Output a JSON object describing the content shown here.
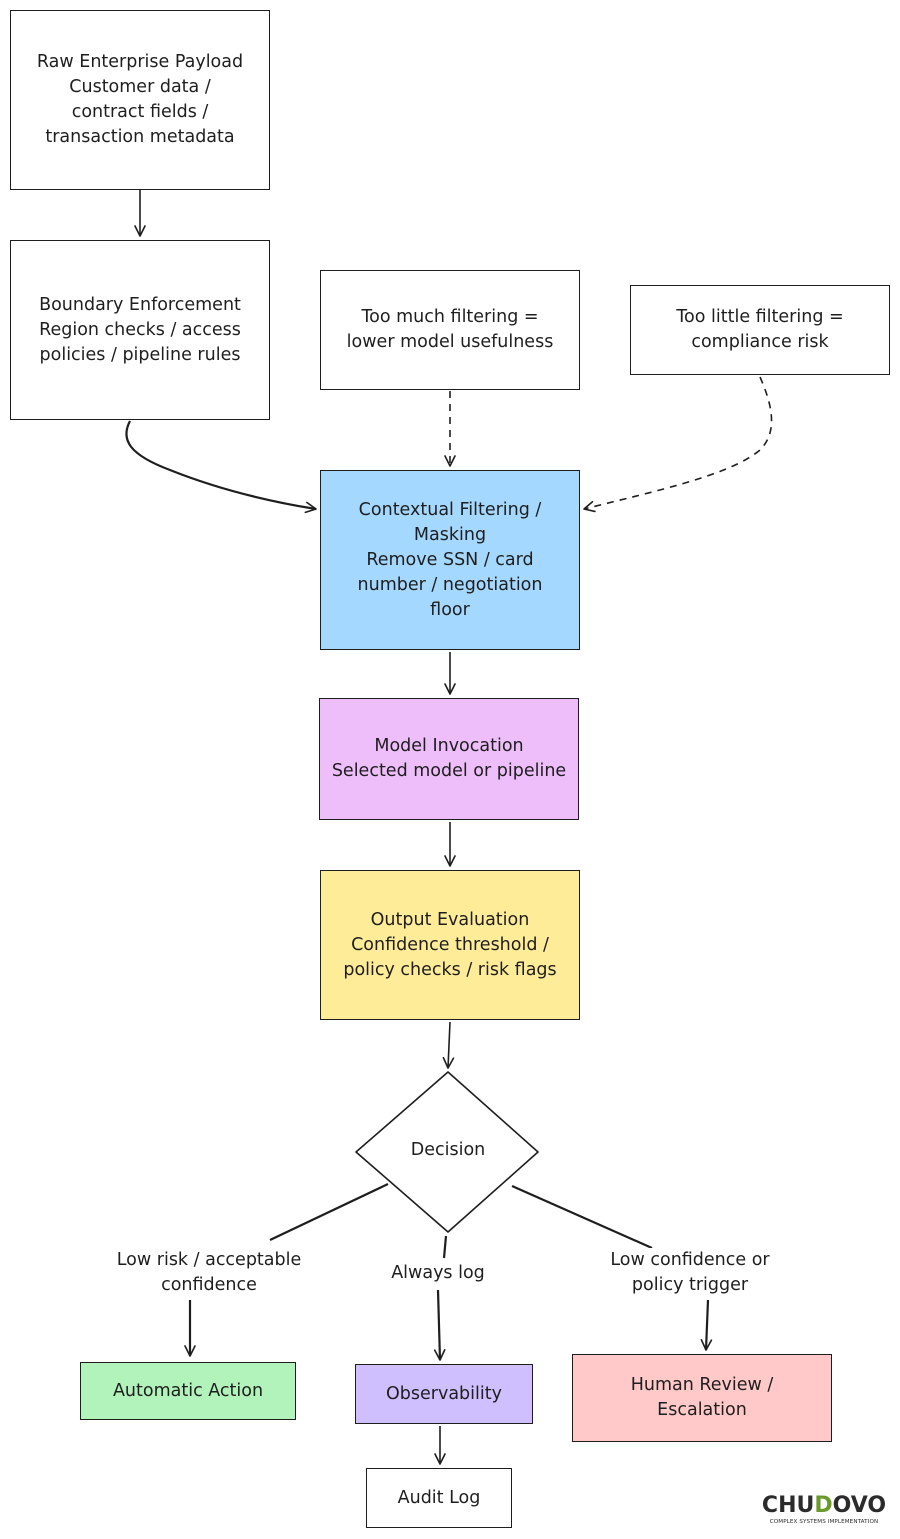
{
  "nodes": {
    "raw_payload": {
      "lines": [
        "Raw Enterprise Payload",
        "Customer data /",
        "contract fields /",
        "transaction metadata"
      ],
      "fill": "#ffffff"
    },
    "boundary_enforcement": {
      "lines": [
        "Boundary Enforcement",
        "Region checks / access",
        "policies / pipeline rules"
      ],
      "fill": "#ffffff"
    },
    "too_much_filtering": {
      "lines": [
        "Too much filtering =",
        "lower model usefulness"
      ],
      "fill": "#ffffff"
    },
    "too_little_filtering": {
      "lines": [
        "Too little filtering =",
        "compliance risk"
      ],
      "fill": "#ffffff"
    },
    "contextual_filtering": {
      "lines": [
        "Contextual Filtering /",
        "Masking",
        "Remove SSN / card",
        "number / negotiation",
        "floor"
      ],
      "fill": "#a5d8ff"
    },
    "model_invocation": {
      "lines": [
        "Model Invocation",
        "Selected model or pipeline"
      ],
      "fill": "#eebefa"
    },
    "output_evaluation": {
      "lines": [
        "Output Evaluation",
        "Confidence threshold /",
        "policy checks / risk flags"
      ],
      "fill": "#ffec99"
    },
    "decision": {
      "label": "Decision",
      "fill": "#ffffff"
    },
    "automatic_action": {
      "lines": [
        "Automatic Action"
      ],
      "fill": "#b2f2bb"
    },
    "observability": {
      "lines": [
        "Observability"
      ],
      "fill": "#d0bfff"
    },
    "human_review": {
      "lines": [
        "Human Review /",
        "Escalation"
      ],
      "fill": "#ffc9c9"
    },
    "audit_log": {
      "lines": [
        "Audit Log"
      ],
      "fill": "#ffffff"
    }
  },
  "edge_labels": {
    "low_risk": [
      "Low risk / acceptable",
      "confidence"
    ],
    "always_log": [
      "Always log"
    ],
    "low_confidence": [
      "Low confidence or",
      "policy trigger"
    ]
  },
  "logo": {
    "word_prefix": "CHU",
    "word_accent": "D",
    "word_suffix": "OVO",
    "tagline": "COMPLEX SYSTEMS IMPLEMENTATION"
  },
  "colors": {
    "stroke": "#1e1e1e",
    "logo_accent": "#6a9a2a"
  }
}
